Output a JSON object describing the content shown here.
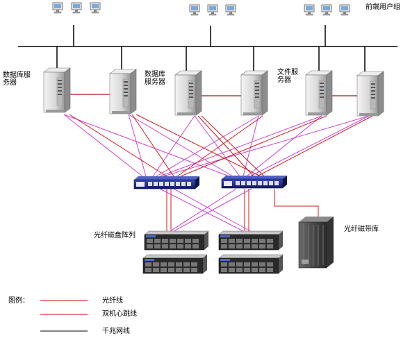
{
  "labels": {
    "frontend_users": "前端用户组",
    "db_server_left": "数据库服务器",
    "db_server_mid": "数据库服务器",
    "file_server": "文件服务器",
    "fc_disk_array": "光纤磁盘阵列",
    "fc_tape_library": "光纤磁带库"
  },
  "legend": {
    "title": "图例：",
    "items": [
      {
        "label": "光纤线",
        "color": "#cc0000"
      },
      {
        "label": "双机心跳线",
        "color": "#cc0000"
      },
      {
        "label": "千兆网线",
        "color": "#000000"
      }
    ]
  },
  "colors": {
    "fiber": "#d41818",
    "heartbeat": "#b01010",
    "crosslink": "#d040d0",
    "gigabit": "#000000",
    "switch": "#1a2a8a"
  }
}
